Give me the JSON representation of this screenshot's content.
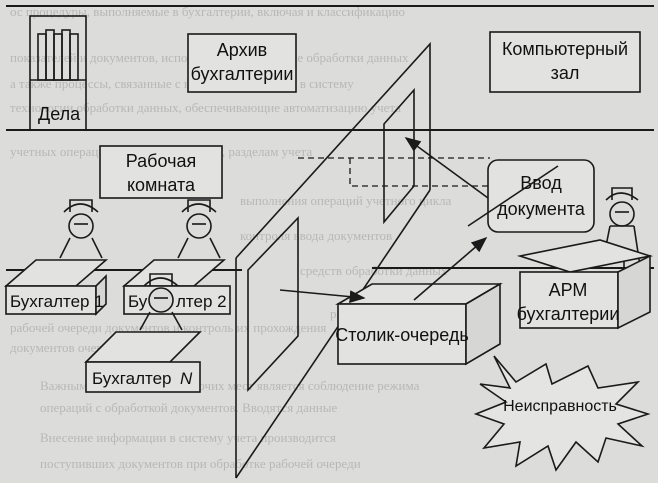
{
  "labels": {
    "dela": "Дела",
    "archive_line1": "Архив",
    "archive_line2": "бухгалтерии",
    "computer_line1": "Компьютерный",
    "computer_line2": "зал",
    "workroom_line1": "Рабочая",
    "workroom_line2": "комната",
    "input_line1": "Ввод",
    "input_line2": "документа",
    "arm_line1": "АРМ",
    "arm_line2": "бухгалтерии",
    "accountant1": "Бухгалтер 1",
    "accountant2_left": "Бу",
    "accountant2_right": "лтер 2",
    "accountantN_prefix": "Бухгалтер",
    "accountantN_suffix": "N",
    "queue_table": "Столик-очередь",
    "malfunction": "Неисправность"
  },
  "colors": {
    "paper": "#dcdcda",
    "ink": "#1a1a1a",
    "faint_text": "#b4b4b2",
    "box_fill": "#e2e2e0"
  }
}
